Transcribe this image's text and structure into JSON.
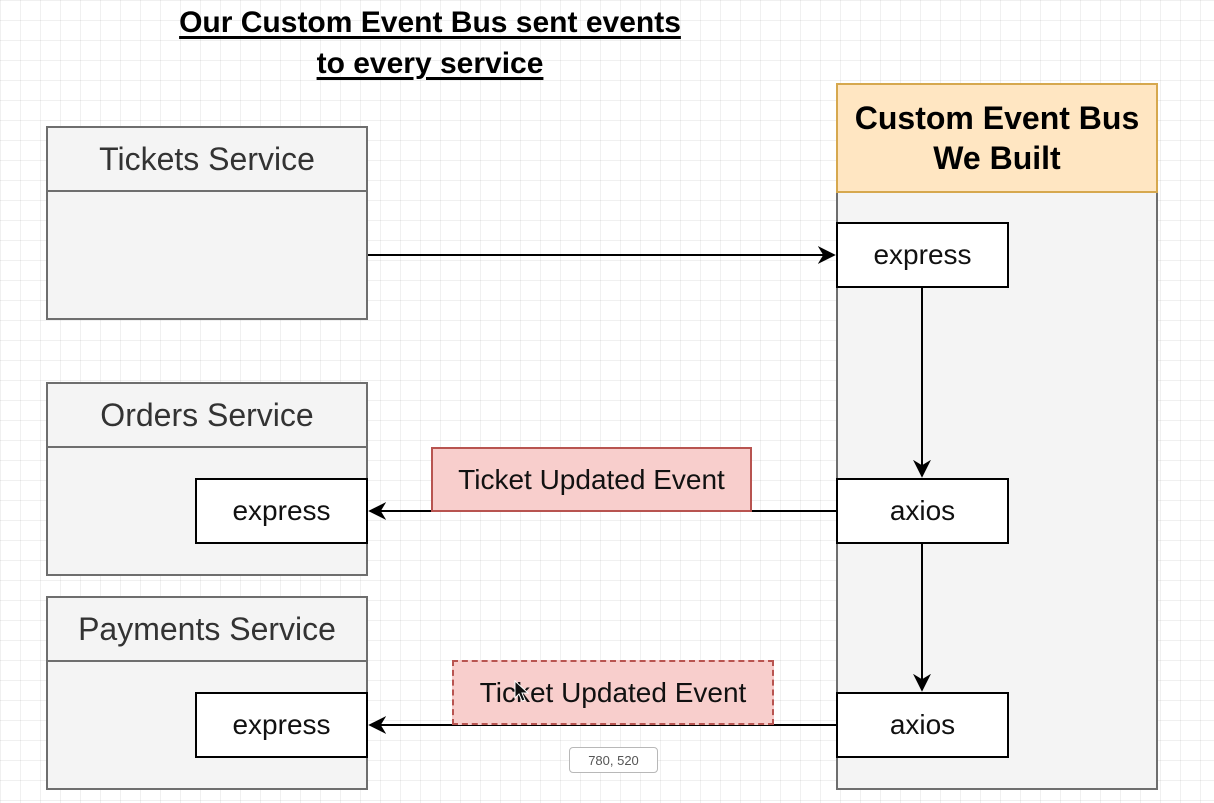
{
  "title": {
    "line1": "Our Custom Event Bus sent events",
    "line2": "to every service"
  },
  "services": {
    "tickets": {
      "label": "Tickets Service"
    },
    "orders": {
      "label": "Orders Service",
      "inner": "express"
    },
    "payments": {
      "label": "Payments Service",
      "inner": "express"
    }
  },
  "bus": {
    "title_line1": "Custom Event Bus",
    "title_line2": "We Built",
    "express": "express",
    "axios_1": "axios",
    "axios_2": "axios"
  },
  "events": {
    "orders_event": "Ticket Updated Event",
    "payments_event": "Ticket Updated Event"
  },
  "cursor_readout": "780, 520",
  "colors": {
    "bus_header": "#ffe6c2",
    "event_fill": "#f8cecc",
    "event_border": "#b85450",
    "service_fill": "#f4f4f4"
  }
}
